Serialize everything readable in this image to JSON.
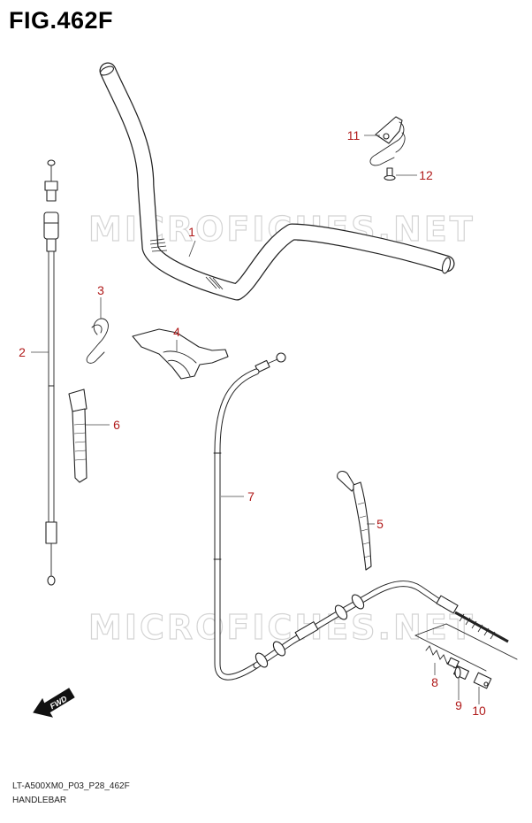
{
  "figure": {
    "title": "FIG.462F"
  },
  "watermark": {
    "text": "MICROFICHES.NET"
  },
  "callouts": [
    {
      "id": "1",
      "label": "1"
    },
    {
      "id": "2",
      "label": "2"
    },
    {
      "id": "3",
      "label": "3"
    },
    {
      "id": "4",
      "label": "4"
    },
    {
      "id": "5",
      "label": "5"
    },
    {
      "id": "6",
      "label": "6"
    },
    {
      "id": "7",
      "label": "7"
    },
    {
      "id": "8",
      "label": "8"
    },
    {
      "id": "9",
      "label": "9"
    },
    {
      "id": "10",
      "label": "10"
    },
    {
      "id": "11",
      "label": "11"
    },
    {
      "id": "12",
      "label": "12"
    }
  ],
  "direction": {
    "label": "FWD"
  },
  "footer": {
    "code": "LT-A500XM0_P03_P28_462F",
    "section": "HANDLEBAR"
  },
  "colors": {
    "callout": "#b01a1a",
    "line": "#222222",
    "watermark": "#d4d4d4"
  }
}
